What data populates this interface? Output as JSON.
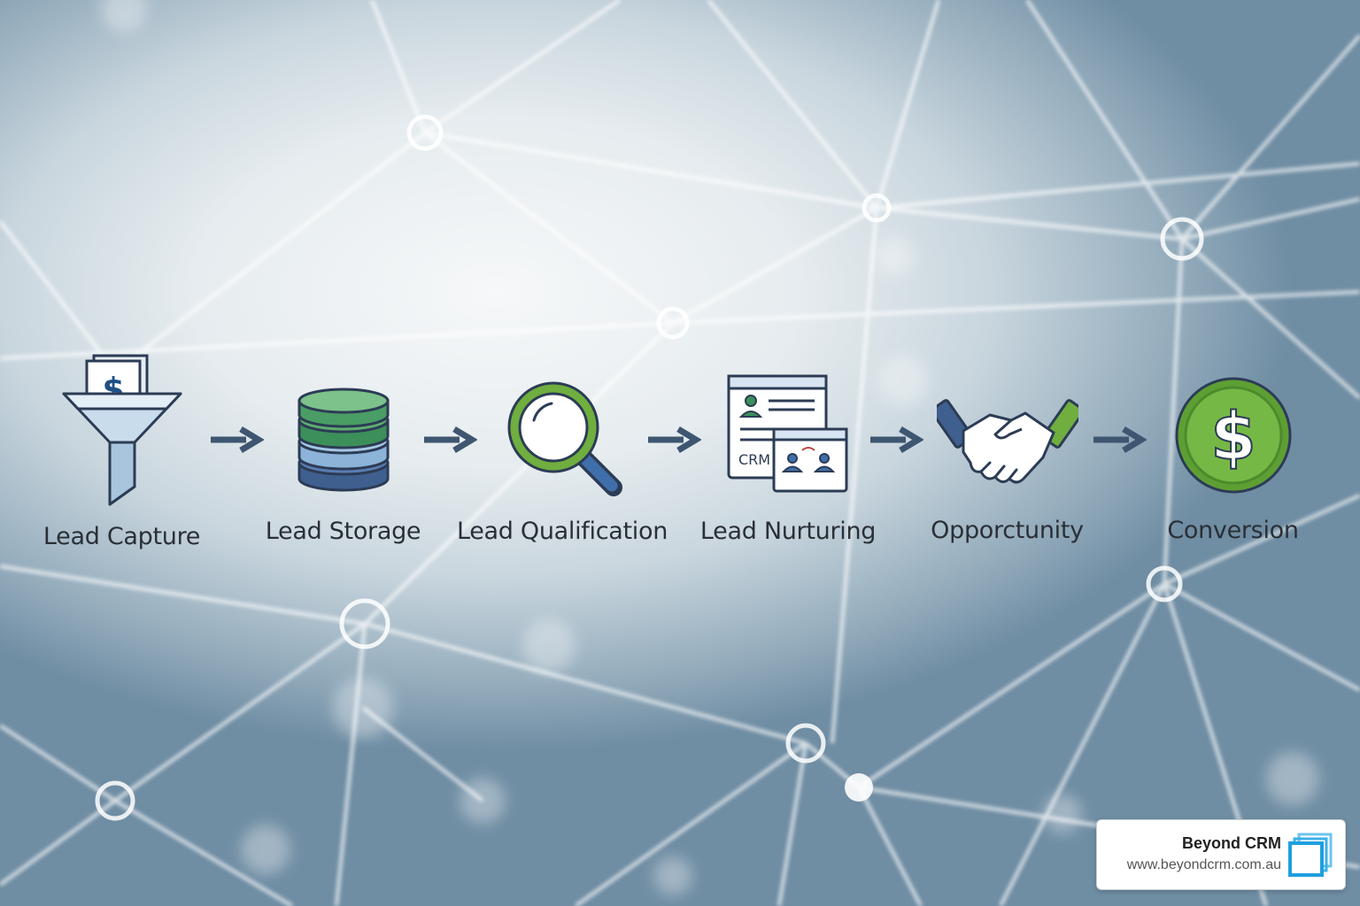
{
  "stages": [
    {
      "label": "Lead Capture",
      "icon": "funnel-dollar-icon"
    },
    {
      "label": "Lead Storage",
      "icon": "database-icon"
    },
    {
      "label": "Lead Qualification",
      "icon": "magnifier-icon"
    },
    {
      "label": "Lead Nurturing",
      "icon": "crm-contacts-icon",
      "icon_text": "CRM"
    },
    {
      "label": "Opporctunity",
      "icon": "handshake-icon"
    },
    {
      "label": "Conversion",
      "icon": "dollar-coin-icon"
    }
  ],
  "arrow_icon": "right-arrow-icon",
  "brand": {
    "name": "Beyond CRM",
    "url": "www.beyondcrm.com.au",
    "logo_icon": "stacked-squares-logo-icon"
  },
  "colors": {
    "accent_green": "#6fae3f",
    "accent_blue": "#3f5f8f",
    "arrow": "#3e5670",
    "logo_blue": "#1e9fe0"
  }
}
